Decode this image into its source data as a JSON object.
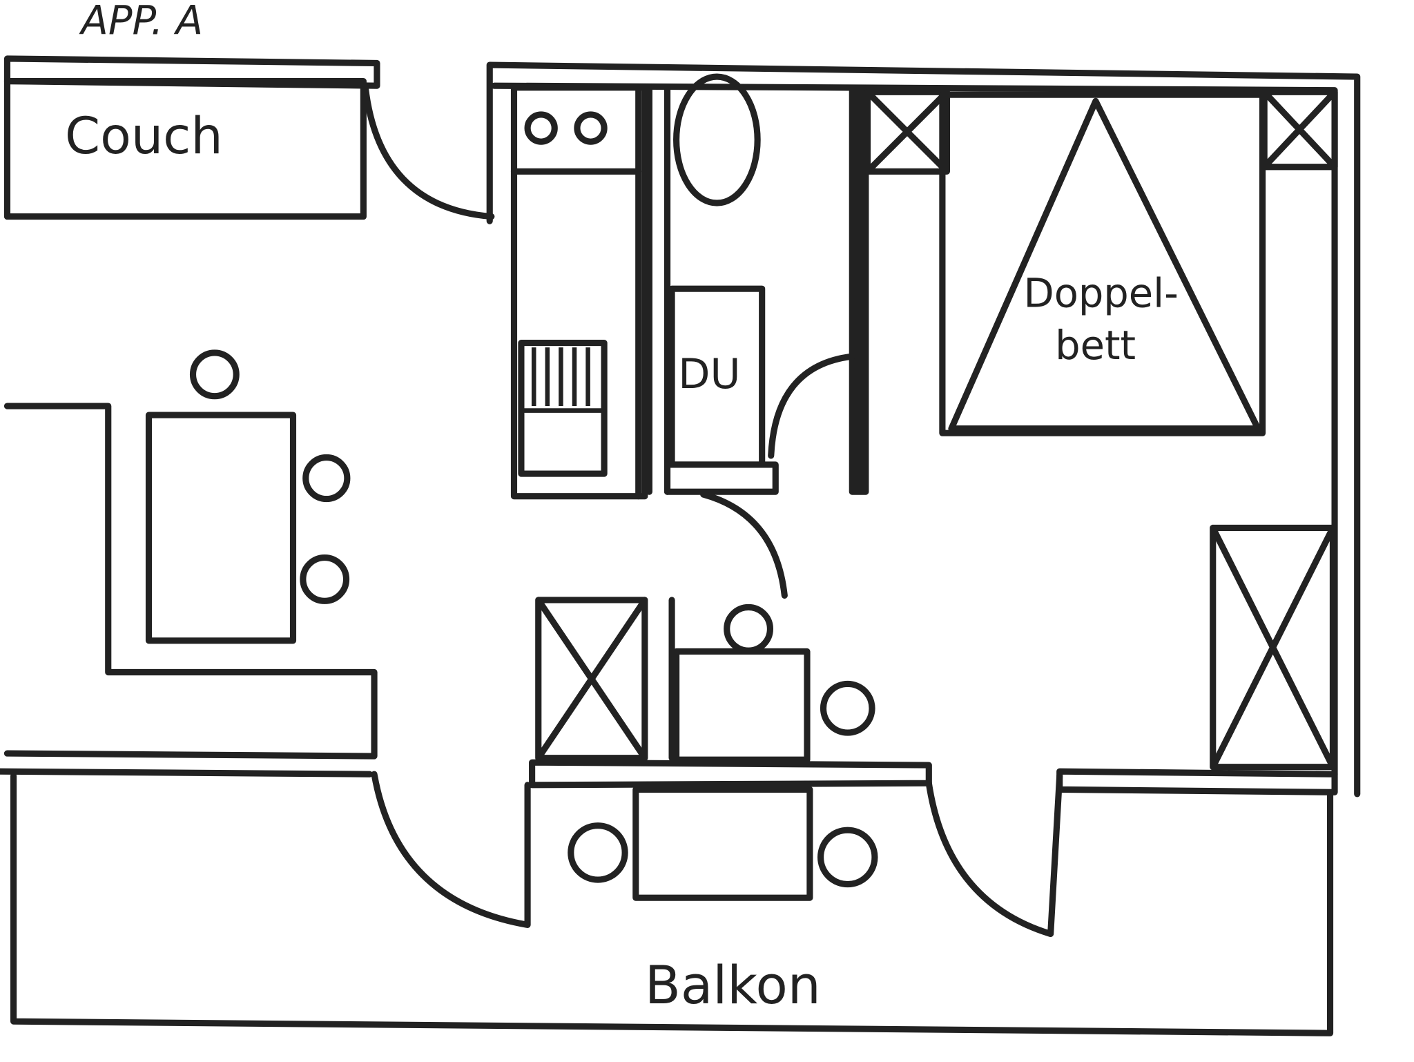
{
  "title": "APP. A",
  "rooms": {
    "couch": "Couch",
    "shower": "DU",
    "bed_line1": "Doppel-",
    "bed_line2": "bett",
    "balcony": "Balkon"
  },
  "colors": {
    "ink": "#222222",
    "paper": "#ffffff"
  }
}
